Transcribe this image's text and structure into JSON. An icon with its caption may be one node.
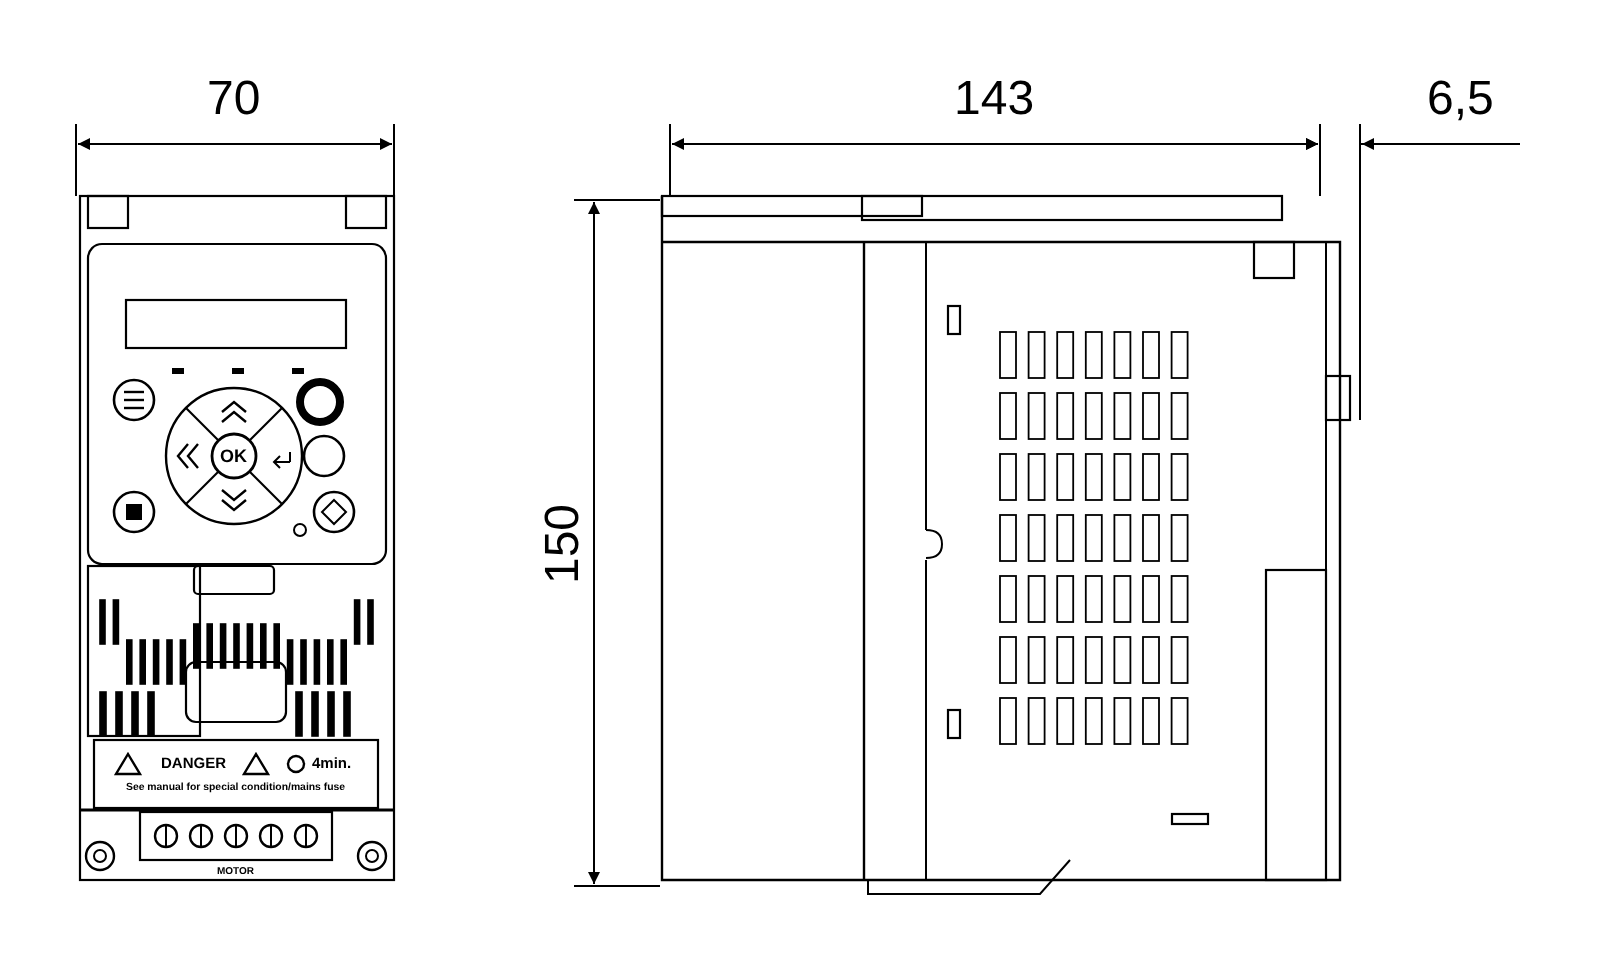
{
  "diagram": {
    "labels": [
      "70",
      "143",
      "6,5",
      "150",
      "OK",
      "DANGER",
      "4min.",
      "See manual for special condition/mains fuse",
      "MOTOR"
    ]
  }
}
